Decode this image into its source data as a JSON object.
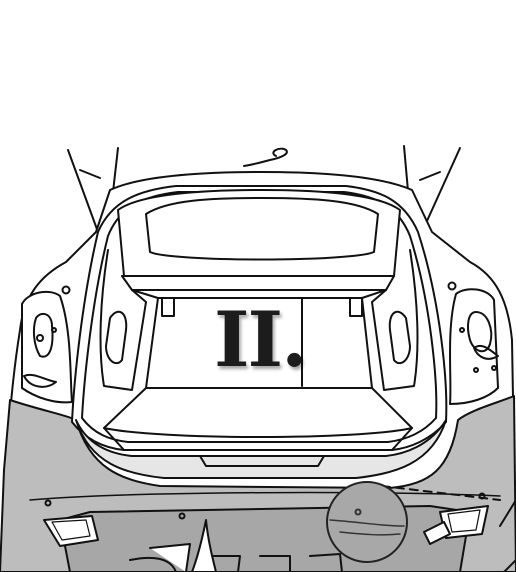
{
  "step_label": "II.",
  "colors": {
    "line": "#111111",
    "bumper_fill": "#bdbdbd",
    "bumper_dark": "#9a9a9a",
    "magnifier_fill": "#a8a8a8",
    "background": "#ffffff"
  },
  "icons": [
    "car-rear-view",
    "open-tailgate",
    "trunk-floor",
    "magnifier-circle",
    "tail-light-left",
    "tail-light-right"
  ]
}
